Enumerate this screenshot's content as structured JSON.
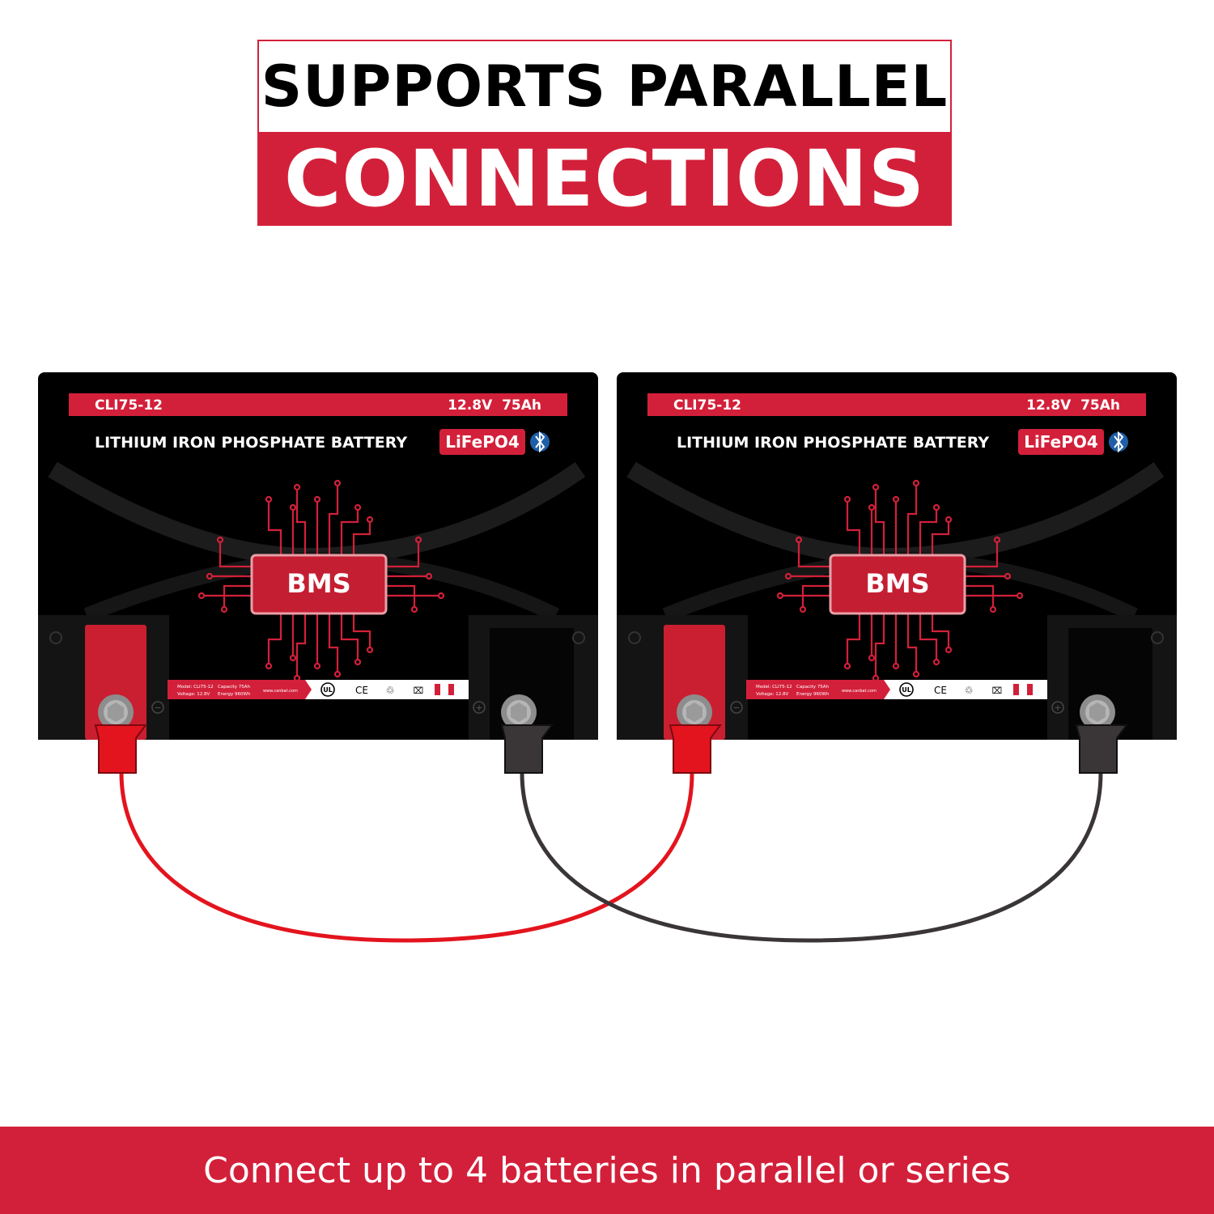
{
  "title": {
    "line1": "SUPPORTS PARALLEL",
    "line2": "CONNECTIONS"
  },
  "batteries": [
    {
      "model": "CLI75-12",
      "rating": "12.8V  75Ah",
      "type_label": "LITHIUM IRON PHOSPHATE BATTERY",
      "chem_badge": "LiFePO4",
      "chip_label": "BMS",
      "spec_model": "Model: CLI75-12",
      "spec_voltage": "Voltage: 12.8V",
      "spec_capacity": "Capacity 75Ah",
      "spec_energy": "Energy 960Wh",
      "spec_site": "www.canbat.com",
      "icons": [
        "ul-mark-icon",
        "ce-mark-icon",
        "recycle-icon",
        "bin-crossed-icon",
        "canada-flag-icon",
        "bluetooth-icon"
      ]
    },
    {
      "model": "CLI75-12",
      "rating": "12.8V  75Ah",
      "type_label": "LITHIUM IRON PHOSPHATE BATTERY",
      "chem_badge": "LiFePO4",
      "chip_label": "BMS",
      "spec_model": "Model: CLI75-12",
      "spec_voltage": "Voltage: 12.8V",
      "spec_capacity": "Capacity 75Ah",
      "spec_energy": "Energy 960Wh",
      "spec_site": "www.canbat.com",
      "icons": [
        "ul-mark-icon",
        "ce-mark-icon",
        "recycle-icon",
        "bin-crossed-icon",
        "canada-flag-icon",
        "bluetooth-icon"
      ]
    }
  ],
  "colors": {
    "brand_red": "#d3203a",
    "positive_cable": "#e3141e",
    "negative_cable": "#3a3536",
    "battery_body": "#000000"
  },
  "footer": {
    "text": "Connect up to 4 batteries in parallel or series"
  }
}
